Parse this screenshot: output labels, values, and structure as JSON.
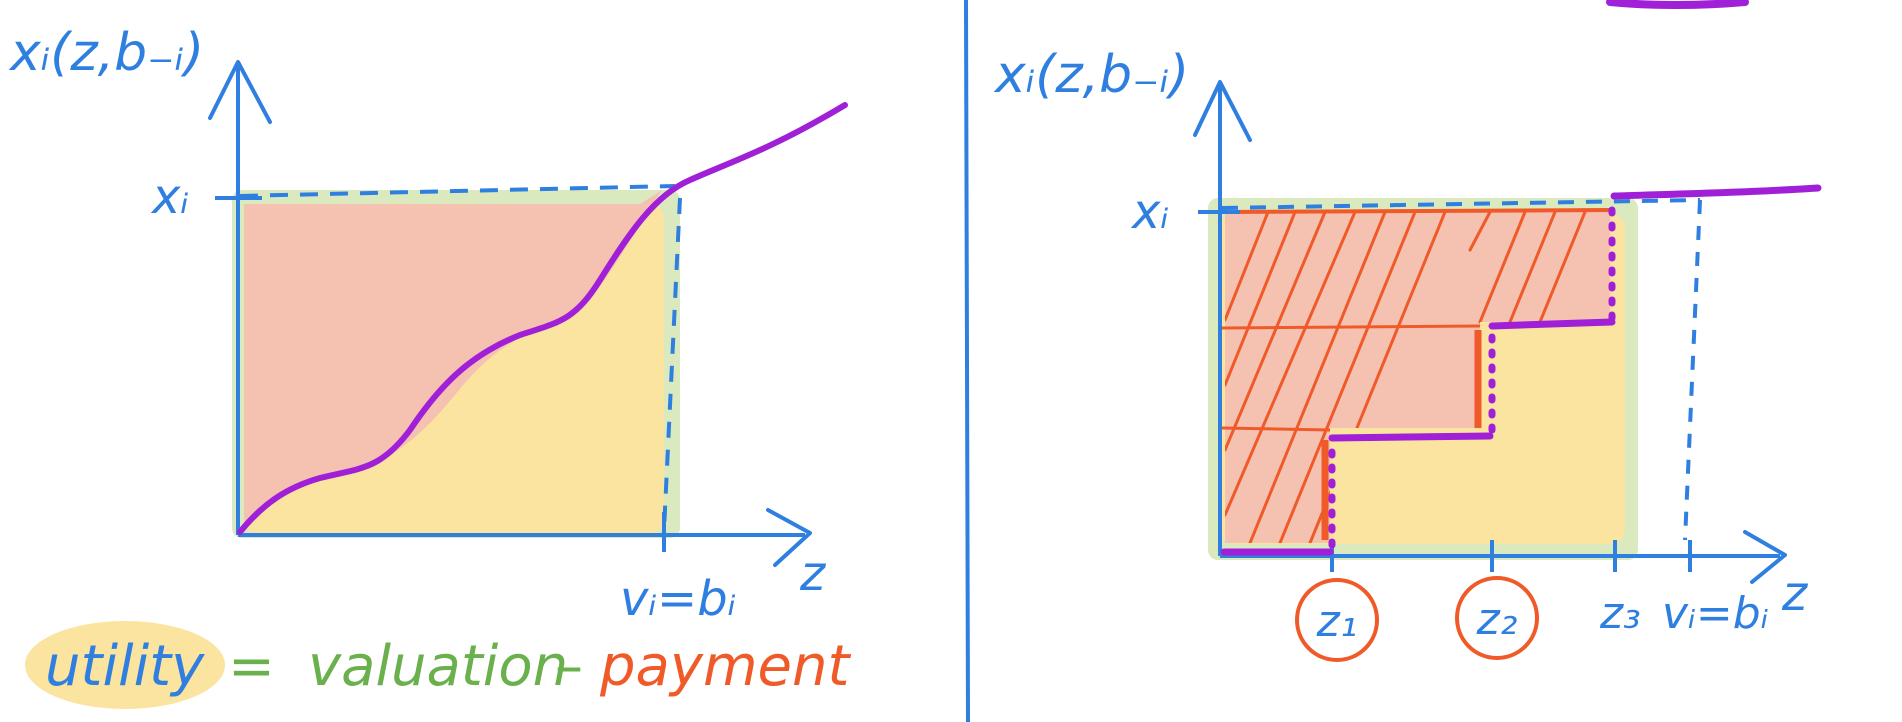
{
  "colors": {
    "axis": "#2f7fe0",
    "curve": "#a020d8",
    "payment": "#f07a55",
    "valuation": "#cfe3a8",
    "utility": "#fbe3a0",
    "hatch": "#f05a28",
    "formula_valuation": "#6ab04c",
    "formula_payment": "#f05a28",
    "highlight": "#fbe3a0"
  },
  "left_panel": {
    "y_axis_label": "xᵢ(z,b₋ᵢ)",
    "x_axis_label": "z",
    "level_label": "xᵢ",
    "bid_label": "vᵢ=bᵢ"
  },
  "right_panel": {
    "y_axis_label": "xᵢ(z,b₋ᵢ)",
    "x_axis_label": "z",
    "level_label": "xᵢ",
    "jumps": [
      {
        "label": "z₁",
        "circled": true
      },
      {
        "label": "z₂",
        "circled": true
      },
      {
        "label": "z₃",
        "circled": false
      }
    ],
    "bid_label": "vᵢ=bᵢ"
  },
  "formula": {
    "utility": "utility",
    "equals": "=",
    "valuation": "valuation",
    "minus": "–",
    "payment": "payment"
  }
}
